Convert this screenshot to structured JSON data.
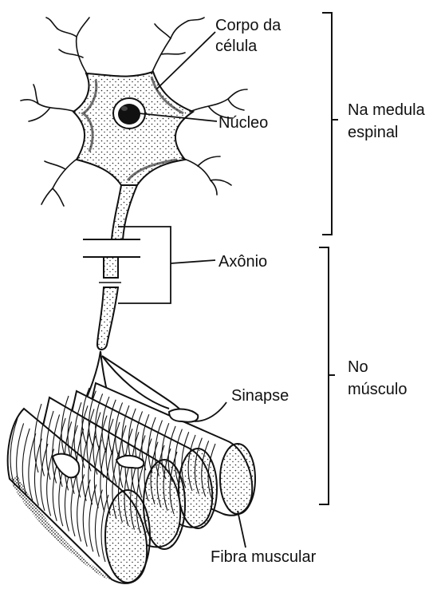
{
  "labels": {
    "cell_body_line1": "Corpo da",
    "cell_body_line2": "célula",
    "nucleus": "Núcleo",
    "spinal_line1": "Na medula",
    "spinal_line2": "espinal",
    "axon": "Axônio",
    "muscle_line1": "No",
    "muscle_line2": "músculo",
    "synapse": "Sinapse",
    "muscle_fiber": "Fibra muscular"
  },
  "colors": {
    "ink": "#111111",
    "background": "#ffffff"
  }
}
